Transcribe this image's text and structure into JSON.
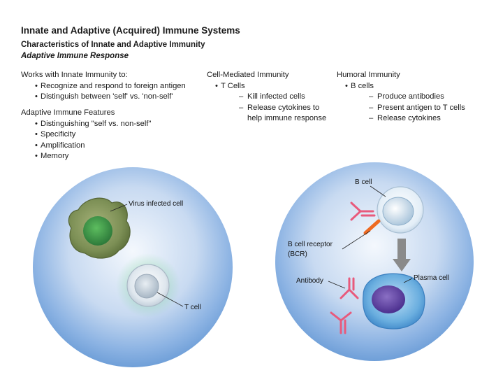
{
  "title": "Innate and Adaptive (Acquired) Immune Systems",
  "subtitle": "Characteristics of Innate and Adaptive Immunity",
  "section_title": "Adaptive Immune Response",
  "works_with": {
    "heading": "Works with Innate Immunity to:",
    "items": [
      "Recognize and respond to foreign antigen",
      "Distinguish between 'self' vs. 'non-self'"
    ]
  },
  "features": {
    "heading": "Adaptive Immune Features",
    "items": [
      "Distinguishing \"self vs. non-self\"",
      "Specificity",
      "Amplification",
      "Memory"
    ]
  },
  "cell_mediated": {
    "heading": "Cell-Mediated Immunity",
    "bullet": "T Cells",
    "items": [
      "Kill infected cells",
      "Release cytokines to help immune response"
    ]
  },
  "humoral": {
    "heading": "Humoral Immunity",
    "bullet": "B cells",
    "items": [
      "Produce antibodies",
      "Present antigen to T cells",
      "Release cytokines"
    ]
  },
  "left_diagram": {
    "labels": {
      "virus_cell": "Virus infected cell",
      "t_cell": "T cell"
    }
  },
  "right_diagram": {
    "labels": {
      "b_cell": "B cell",
      "bcr_line1": "B cell receptor",
      "bcr_line2": "(BCR)",
      "antibody": "Antibody",
      "plasma_cell": "Plasma cell"
    }
  },
  "colors": {
    "sphere": "#7aa7dd",
    "virus_cell": "#7c8f55",
    "nucleus_green": "#3f8a4a",
    "cell_light": "#e6eef8",
    "antibody": "#e85a7c",
    "bcr_orange": "#ee6a21",
    "arrow_gray": "#8a8a8a",
    "plasma_blue": "#4f96d6",
    "plasma_nucleus": "#6a4ca8"
  }
}
